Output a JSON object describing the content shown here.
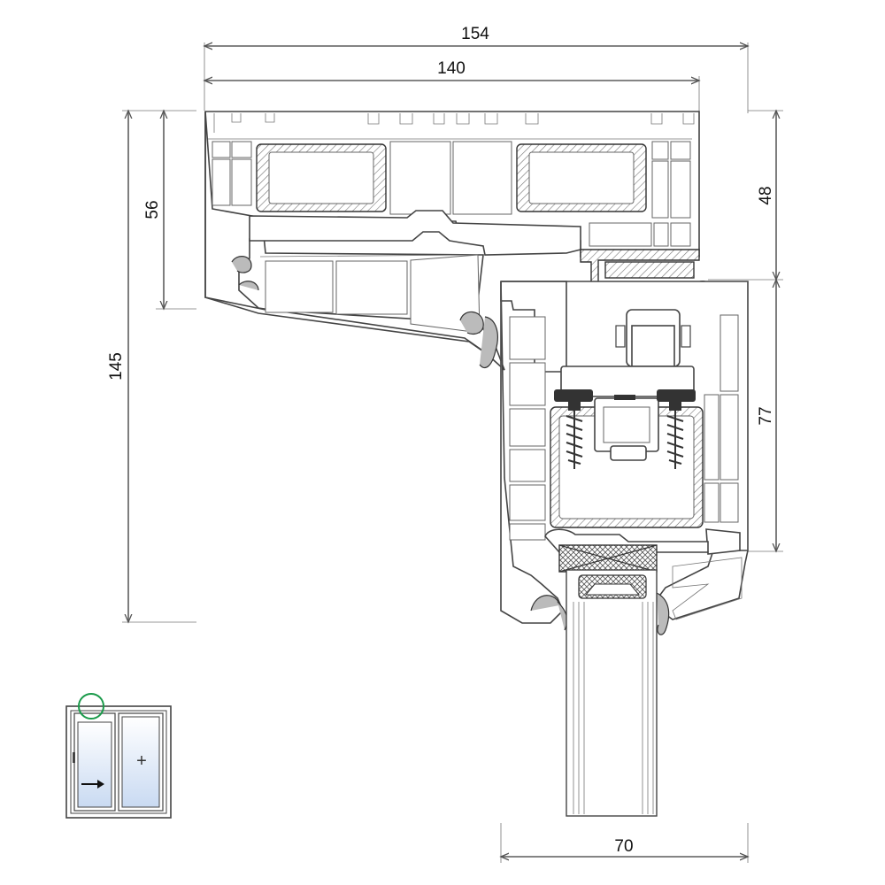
{
  "dimensions": {
    "total_width": "154",
    "frame_width": "140",
    "frame_height_left": "56",
    "total_height": "145",
    "right_top_height": "48",
    "sash_height": "77",
    "glazing_width": "70"
  },
  "legend": {
    "sash_symbol": "+",
    "highlight_color": "#1a9a4a",
    "glass_color": "#c9daf2"
  },
  "colors": {
    "line": "#444444",
    "hatch": "#777777",
    "background": "#ffffff"
  }
}
